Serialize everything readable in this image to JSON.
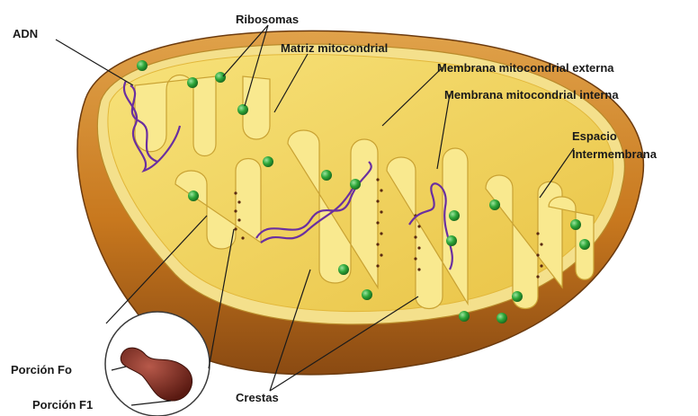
{
  "labels": {
    "adn": "ADN",
    "ribosomas": "Ribosomas",
    "matriz": "Matriz mitocondrial",
    "membrana_externa": "Membrana mitocondrial externa",
    "membrana_interna": "Membrana mitocondrial interna",
    "espacio_line1": "Espacio",
    "espacio_line2": "Intermembrana",
    "porcion_fo": "Porción Fo",
    "porcion_f1": "Porción F1",
    "crestas": "Crestas"
  },
  "colors": {
    "outer_shell": "#c8781e",
    "outer_shell_dark": "#8a4a12",
    "inner_fill": "#f3d760",
    "inner_membrane": "#e9c84a",
    "ribosome": "#2fa83a",
    "dna": "#6a2fa0",
    "atp_synthase": "#7a2a1e"
  }
}
